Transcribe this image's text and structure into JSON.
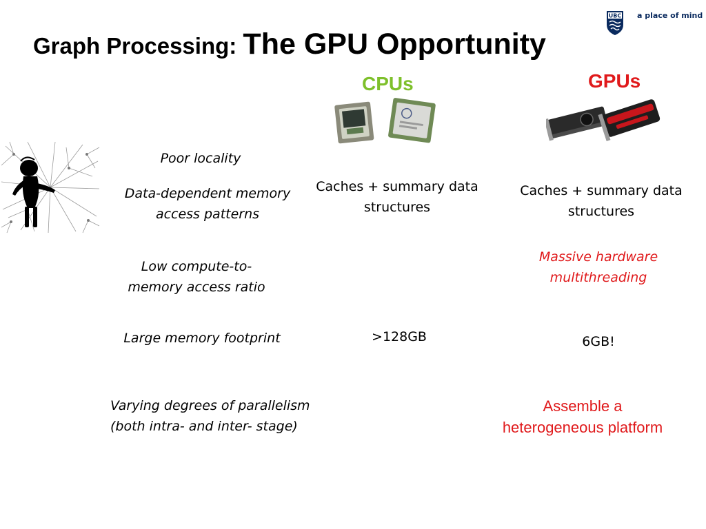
{
  "title": {
    "prefix": "Graph Processing: ",
    "main": "The GPU Opportunity"
  },
  "logo": {
    "crest_text": "UBC",
    "tagline": "a place of mind"
  },
  "columns": {
    "cpu_label": "CPUs",
    "gpu_label": "GPUs"
  },
  "challenges": [
    {
      "line1": "Poor locality",
      "line2": ""
    },
    {
      "line1": "Data-dependent memory",
      "line2": "access patterns"
    },
    {
      "line1": "Low compute-to-",
      "line2": "memory access ratio"
    },
    {
      "line1": "Large memory footprint",
      "line2": ""
    },
    {
      "line1": "Varying degrees of parallelism",
      "line2": "(both intra- and inter- stage)"
    }
  ],
  "cpu_answers": {
    "caches": {
      "line1": "Caches + summary data",
      "line2": "structures"
    },
    "memory": ">128GB"
  },
  "gpu_answers": {
    "caches": {
      "line1": "Caches + summary data",
      "line2": "structures"
    },
    "threading": {
      "line1": "Massive hardware",
      "line2": "multithreading"
    },
    "memory": "6GB!",
    "platform": {
      "line1": "Assemble a",
      "line2": "heterogeneous platform"
    }
  },
  "colors": {
    "cpu_green": "#7ec02b",
    "gpu_red": "#e0191b",
    "ubc_blue": "#0a2a5e"
  }
}
